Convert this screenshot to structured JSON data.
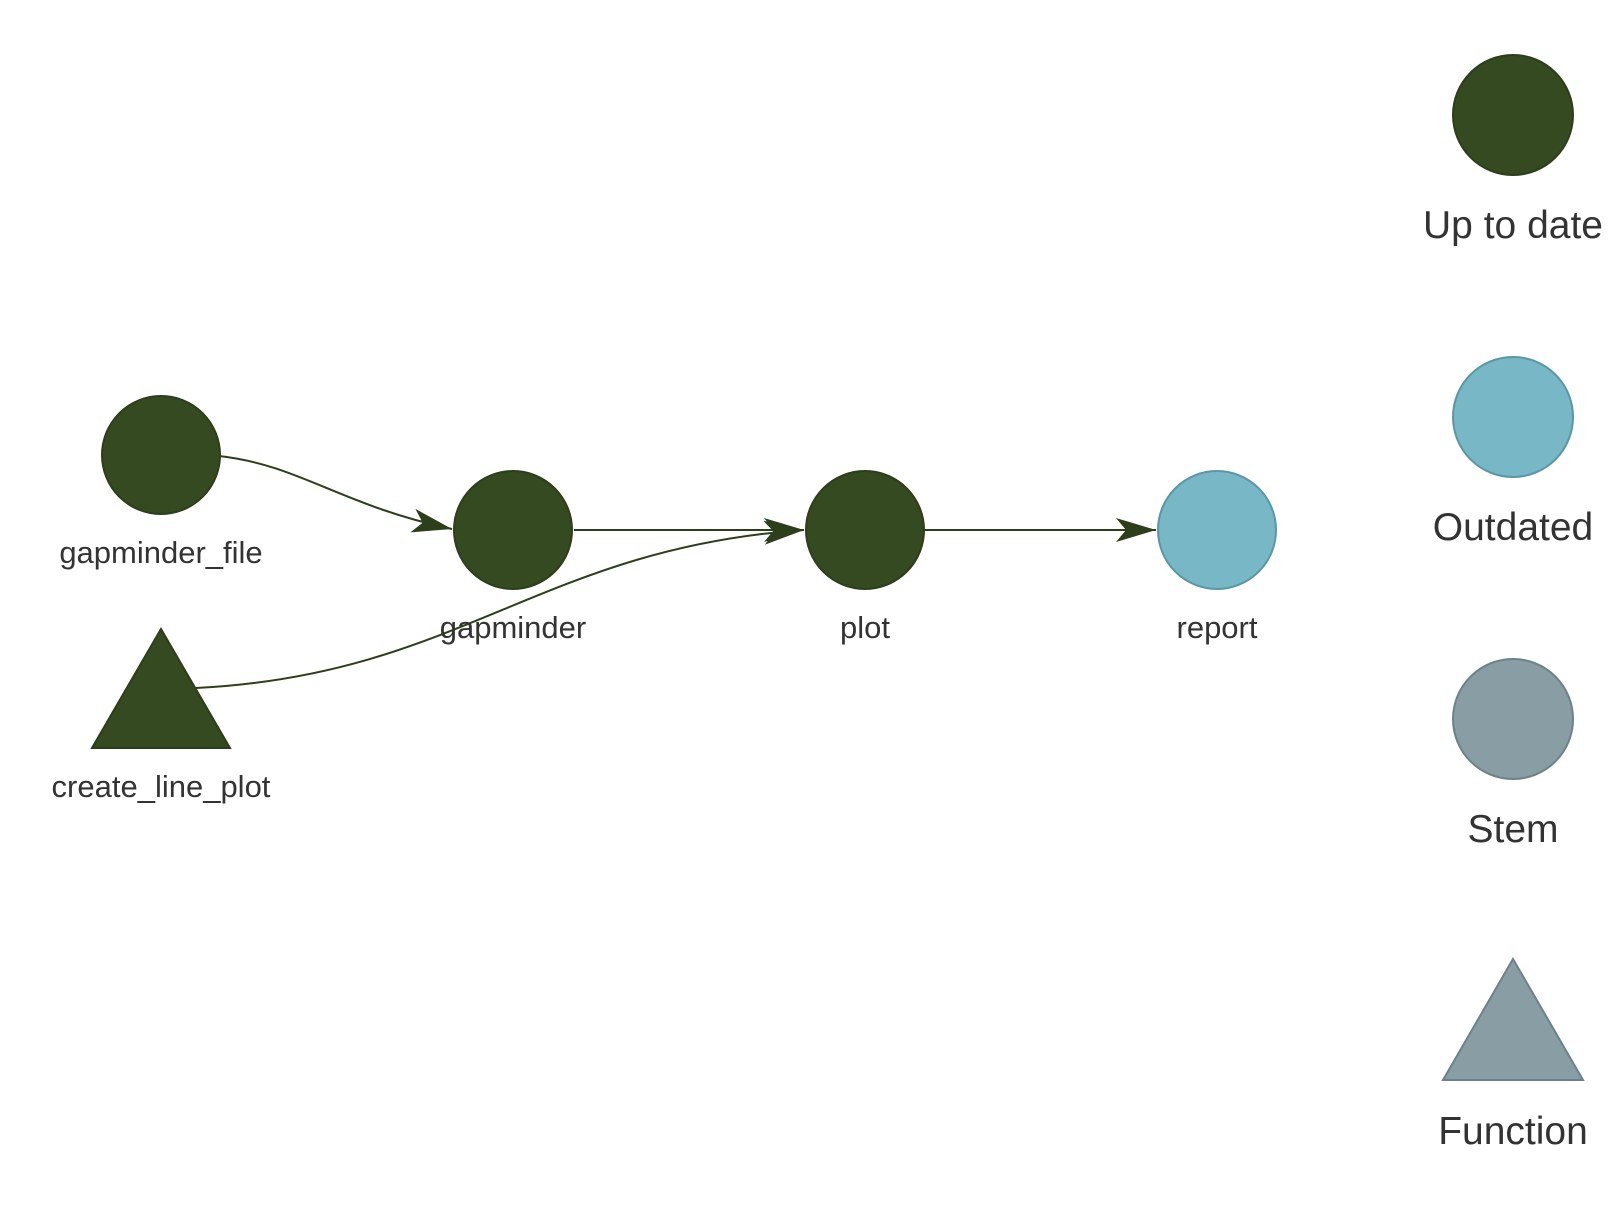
{
  "colors": {
    "up_to_date": "#354a21",
    "up_to_date_border": "#2c3e1a",
    "outdated": "#78b7c5",
    "outdated_border": "#5a97a6",
    "stem": "#899da4",
    "stem_border": "#6c8289",
    "edge": "#2c3e1a",
    "text": "#333333"
  },
  "nodes": [
    {
      "id": "gapminder_file",
      "label": "gapminder_file",
      "shape": "circle",
      "status": "up_to_date"
    },
    {
      "id": "create_line_plot",
      "label": "create_line_plot",
      "shape": "triangle",
      "status": "up_to_date"
    },
    {
      "id": "gapminder",
      "label": "gapminder",
      "shape": "circle",
      "status": "up_to_date"
    },
    {
      "id": "plot",
      "label": "plot",
      "shape": "circle",
      "status": "up_to_date"
    },
    {
      "id": "report",
      "label": "report",
      "shape": "circle",
      "status": "outdated"
    }
  ],
  "edges": [
    {
      "from": "gapminder_file",
      "to": "gapminder"
    },
    {
      "from": "gapminder",
      "to": "plot"
    },
    {
      "from": "create_line_plot",
      "to": "plot"
    },
    {
      "from": "plot",
      "to": "report"
    }
  ],
  "legend": [
    {
      "label": "Up to date",
      "shape": "circle",
      "status": "up_to_date"
    },
    {
      "label": "Outdated",
      "shape": "circle",
      "status": "outdated"
    },
    {
      "label": "Stem",
      "shape": "circle",
      "status": "stem"
    },
    {
      "label": "Function",
      "shape": "triangle",
      "status": "stem"
    }
  ]
}
